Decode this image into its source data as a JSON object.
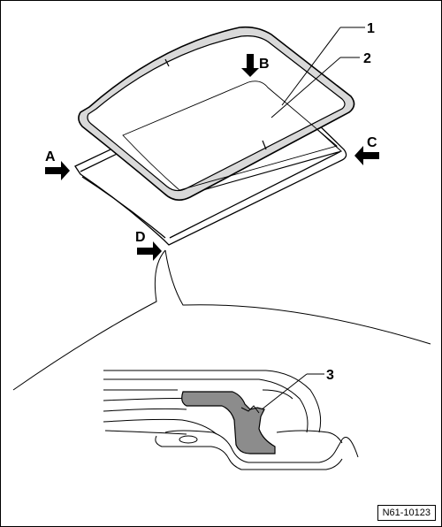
{
  "labels": {
    "callout_1": "1",
    "callout_2": "2",
    "callout_3": "3",
    "arrow_a": "A",
    "arrow_b": "B",
    "arrow_c": "C",
    "arrow_d": "D"
  },
  "reference_code": "N61-10123",
  "colors": {
    "line": "#000000",
    "seal_fill": "#d9d9d9",
    "profile_fill": "#8c8c8c",
    "background": "#ffffff"
  }
}
